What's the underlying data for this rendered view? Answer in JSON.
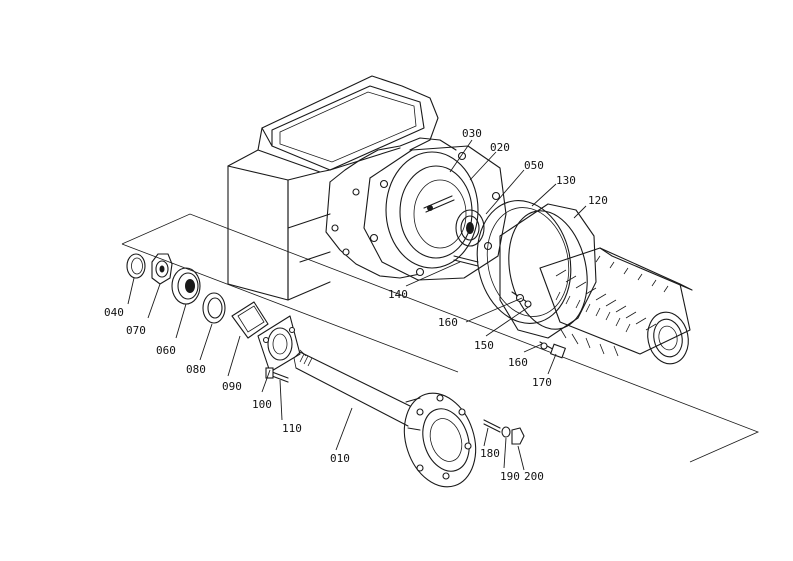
{
  "diagram": {
    "parts": [
      {
        "id": "p010",
        "label": "010"
      },
      {
        "id": "p020",
        "label": "020"
      },
      {
        "id": "p030",
        "label": "030"
      },
      {
        "id": "p040",
        "label": "040"
      },
      {
        "id": "p050",
        "label": "050"
      },
      {
        "id": "p060",
        "label": "060"
      },
      {
        "id": "p070",
        "label": "070"
      },
      {
        "id": "p080",
        "label": "080"
      },
      {
        "id": "p090",
        "label": "090"
      },
      {
        "id": "p100",
        "label": "100"
      },
      {
        "id": "p110",
        "label": "110"
      },
      {
        "id": "p120",
        "label": "120"
      },
      {
        "id": "p130",
        "label": "130"
      },
      {
        "id": "p140",
        "label": "140"
      },
      {
        "id": "p150",
        "label": "150"
      },
      {
        "id": "p160a",
        "label": "160"
      },
      {
        "id": "p160b",
        "label": "160"
      },
      {
        "id": "p170",
        "label": "170"
      },
      {
        "id": "p180",
        "label": "180"
      },
      {
        "id": "p190",
        "label": "190"
      },
      {
        "id": "p200",
        "label": "200"
      }
    ]
  }
}
